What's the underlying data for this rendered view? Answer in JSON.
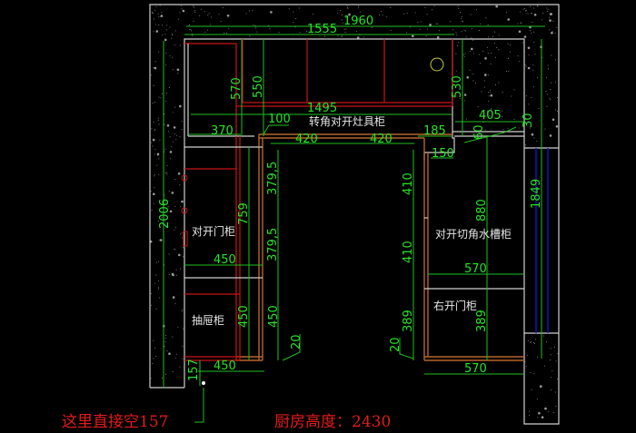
{
  "drawing": {
    "type": "kitchen cabinet plan (CAD)",
    "colors": {
      "background": "#000000",
      "wall": "#cfcfcf",
      "dimension": "#27e327",
      "cabinet_outline": "#c81414",
      "counter_edge": "#b5652a",
      "window": "#1414c8",
      "note": "#e21b1b",
      "label": "#e6e6e6"
    }
  },
  "labels": {
    "corner_stove_cabinet": "转角对开灶具柜",
    "double_door_cabinet": "对开门柜",
    "drawer_cabinet": "抽屉柜",
    "corner_sink_cabinet": "对开切角水槽柜",
    "right_door_cabinet": "右开门柜"
  },
  "notes": {
    "gap_note": "这里直接空157",
    "kitchen_height": "厨房高度：2430"
  },
  "dimensions": {
    "top_overall": "1960",
    "top_inner": "1555",
    "top_counter": "1495",
    "left_depth_570": "570",
    "left_depth_550": "550",
    "top_left_370": "370",
    "top_left_100": "100",
    "top_right_530": "530",
    "top_right_405": "405",
    "top_right_185": "185",
    "top_right_60": "60",
    "top_right_30": "30",
    "top_right_150": "150",
    "opening_420_a": "420",
    "opening_420_b": "420",
    "left_wall_2006": "2006",
    "left_cab_759": "759",
    "left_379_5_a": "379,5",
    "left_379_5_b": "379,5",
    "left_cab_450_width": "450",
    "drawer_450_height": "450",
    "left_450_inner": "450",
    "left_20": "20",
    "bottom_left_450": "450",
    "bottom_left_157": "157",
    "right_410_a": "410",
    "right_410_b": "410",
    "right_389_outer": "389",
    "right_20": "20",
    "right_sink_880": "880",
    "right_sink_570": "570",
    "right_door_389": "389",
    "bottom_right_570": "570",
    "right_window_1849": "1849"
  }
}
